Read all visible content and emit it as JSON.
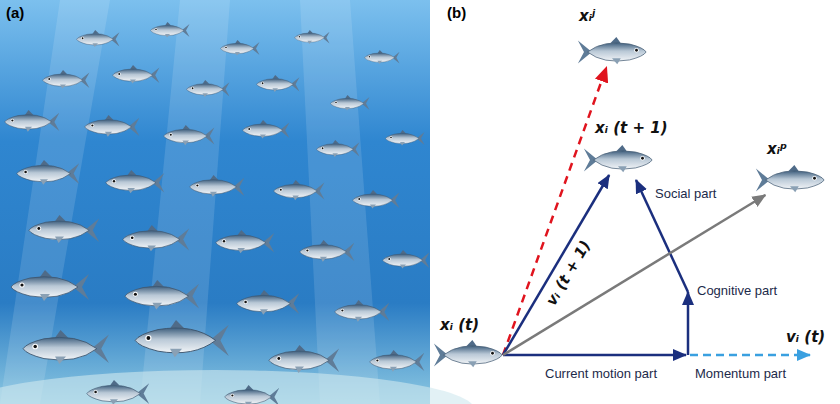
{
  "diagram": {
    "nodes": [
      {
        "text": [
          "xᵢʲ"
        ]
      },
      {
        "text": [
          "xᵢ (t + 1)"
        ]
      },
      {
        "text": [
          "xᵢᵖ"
        ]
      },
      {
        "text": [
          "xᵢ (t)"
        ]
      }
    ],
    "edges": [
      {
        "from": 3,
        "to": 0,
        "arrow": "to"
      },
      {
        "from": 3,
        "to": 1,
        "arrow": "to",
        "label": "vᵢ (t + 1)"
      },
      {
        "from": 3,
        "to": 2,
        "arrow": "to"
      }
    ],
    "labels": [
      "(a)",
      "(b)",
      "Social part",
      "Cognitive part",
      "Current motion part",
      "Momentum part",
      "vᵢ (t)"
    ]
  }
}
